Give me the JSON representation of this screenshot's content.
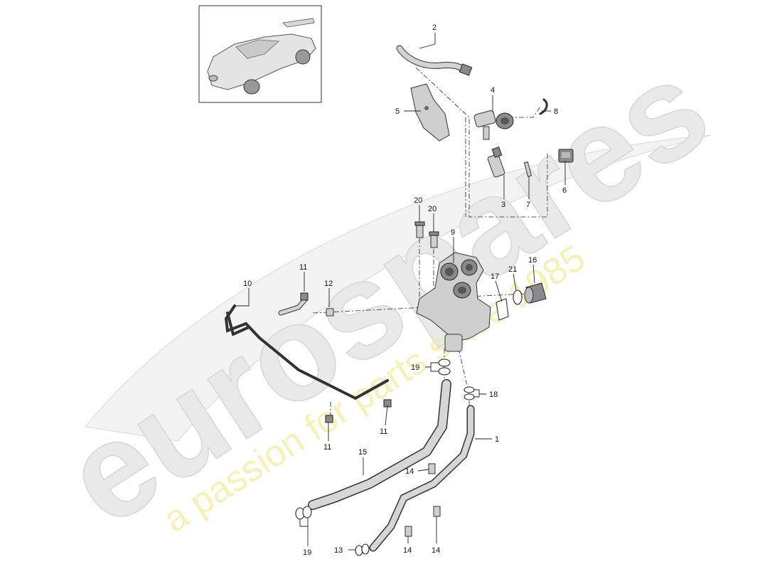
{
  "watermark": {
    "brand": "eurospares",
    "tagline": "a passion for parts since 1985"
  },
  "callouts": [
    {
      "id": "c2",
      "text": "2"
    },
    {
      "id": "c4",
      "text": "4"
    },
    {
      "id": "c5",
      "text": "5"
    },
    {
      "id": "c8",
      "text": "8"
    },
    {
      "id": "c6",
      "text": "6"
    },
    {
      "id": "c3",
      "text": "3"
    },
    {
      "id": "c7",
      "text": "7"
    },
    {
      "id": "c20a",
      "text": "20"
    },
    {
      "id": "c20b",
      "text": "20"
    },
    {
      "id": "c9",
      "text": "9"
    },
    {
      "id": "c11a",
      "text": "11"
    },
    {
      "id": "c10",
      "text": "10"
    },
    {
      "id": "c12",
      "text": "12"
    },
    {
      "id": "c17",
      "text": "17"
    },
    {
      "id": "c21",
      "text": "21"
    },
    {
      "id": "c16",
      "text": "16"
    },
    {
      "id": "c19a",
      "text": "19"
    },
    {
      "id": "c18",
      "text": "18"
    },
    {
      "id": "c11b",
      "text": "11"
    },
    {
      "id": "c11c",
      "text": "11"
    },
    {
      "id": "c1",
      "text": "1"
    },
    {
      "id": "c15",
      "text": "15"
    },
    {
      "id": "c14a",
      "text": "14"
    },
    {
      "id": "c19b",
      "text": "19"
    },
    {
      "id": "c13",
      "text": "13"
    },
    {
      "id": "c14b",
      "text": "14"
    },
    {
      "id": "c14c",
      "text": "14"
    }
  ]
}
